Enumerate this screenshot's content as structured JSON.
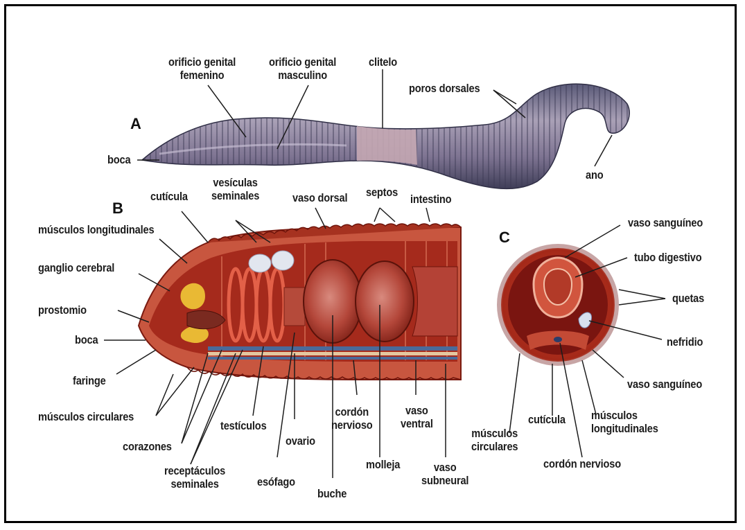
{
  "sections": {
    "a": "A",
    "b": "B",
    "c": "C"
  },
  "part_a": {
    "orificio_femenino": [
      "orificio genital",
      "femenino"
    ],
    "orificio_masculino": [
      "orificio genital",
      "masculino"
    ],
    "clitelo": "clitelo",
    "poros_dorsales": "poros dorsales",
    "boca": "boca",
    "ano": "ano"
  },
  "part_b": {
    "cuticula": "cutícula",
    "vesiculas": [
      "vesículas",
      "seminales"
    ],
    "vaso_dorsal": "vaso dorsal",
    "septos": "septos",
    "intestino": "intestino",
    "musculos_longitudinales": "músculos longitudinales",
    "ganglio_cerebral": "ganglio cerebral",
    "prostomio": "prostomio",
    "boca": "boca",
    "faringe": "faringe",
    "musculos_circulares": "músculos circulares",
    "corazones": "corazones",
    "receptaculos": [
      "receptáculos",
      "seminales"
    ],
    "testiculos": "testículos",
    "esofago": "esófago",
    "ovario": "ovario",
    "buche": "buche",
    "cordon_nervioso": [
      "cordón",
      "nervioso"
    ],
    "molleja": "molleja",
    "vaso_ventral": [
      "vaso",
      "ventral"
    ],
    "vaso_subneural": [
      "vaso",
      "subneural"
    ]
  },
  "part_c": {
    "vaso_sanguineo_top": "vaso sanguíneo",
    "tubo_digestivo": "tubo digestivo",
    "quetas": "quetas",
    "nefridio": "nefridio",
    "vaso_sanguineo_bottom": "vaso sanguíneo",
    "musculos_longitudinales": [
      "músculos",
      "longitudinales"
    ],
    "musculos_circulares": [
      "músculos",
      "circulares"
    ],
    "cuticula": "cutícula",
    "cordon_nervioso": "cordón nervioso"
  },
  "colors": {
    "worm_body": "#8a7f9a",
    "worm_dark": "#3d3f5a",
    "clitellum": "#b89aa6",
    "tissue": "#c9422c",
    "tissue_dark": "#8f1e12",
    "cavity": "#a8261a",
    "organ": "#b8483c",
    "nerve": "#4a6a9a",
    "ganglion": "#e9b934",
    "vesicle": "#dfe4ee"
  }
}
